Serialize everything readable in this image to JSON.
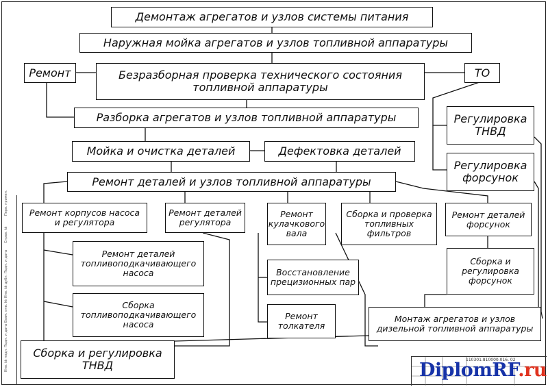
{
  "nodes": {
    "dismount": "Демонтаж агрегатов и узлов системы питания",
    "external_wash": "Наружная мойка агрегатов и узлов топливной аппаратуры",
    "repair": "Ремонт",
    "diagnostic_check": "Безразборная проверка технического состояния\nтопливной аппаратуры",
    "to": "ТО",
    "disassembly": "Разборка агрегатов и узлов топливной аппаратуры",
    "tnvd_adjust": "Регулировка\nТНВД",
    "parts_wash": "Мойка и очистка деталей",
    "defect": "Дефектовка деталей",
    "injector_adjust": "Регулировка\nфорсунок",
    "parts_repair": "Ремонт деталей и узлов топливной аппаратуры",
    "pump_housing_repair": "Ремонт корпусов насоса\nи регулятора",
    "regulator_parts_repair": "Ремонт деталей\nрегулятора",
    "cam_shaft_repair": "Ремонт\nкулачкового\nвала",
    "filter_assembly": "Сборка и проверка\nтопливных\nфильтров",
    "injector_parts_repair": "Ремонт деталей\nфорсунок",
    "feed_pump_parts_repair": "Ремонт деталей\nтопливоподкачивающего\nнасоса",
    "precision_pairs": "Восстановление\nпрецизионных пар",
    "injector_assembly": "Сборка и\nрегулировка\nфорсунок",
    "feed_pump_assembly": "Сборка\nтопливоподкачивающего\nнасоса",
    "pusher_repair": "Ремонт\nтолкателя",
    "mounting": "Монтаж агрегатов и узлов\nдизельной топливной аппаратуры",
    "tnvd_assembly": "Сборка и регулировка\nТНВД"
  },
  "title_block": {
    "doc_code": "110301.810000.016. 02"
  },
  "watermark": {
    "text_main": "DiplomRF",
    "text_accent": ".ru",
    "color_main": "#1733a8",
    "color_accent": "#e0321e"
  },
  "side_strip": {
    "labels": [
      "Перв. примен.",
      "Справ. №",
      "Подп. и дата",
      "Инв. № дубл.",
      "Взам. инв. №",
      "Подп. и дата",
      "Инв. № подл."
    ]
  }
}
